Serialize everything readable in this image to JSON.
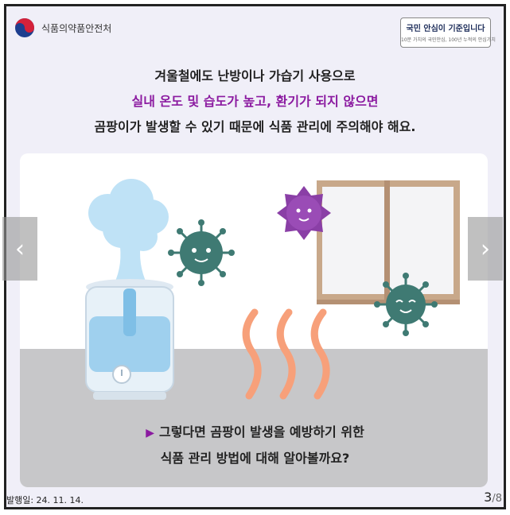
{
  "header": {
    "ministry_name": "식품의약품안전처",
    "slogan_main": "국민 안심이 기준입니다",
    "slogan_sub": "10분 가치의 국민안심, 100년 누적의 안심가치"
  },
  "headline": {
    "line1": "겨울철에도 난방이나 가습기 사용으로",
    "line2": "실내 온도 및 습도가 높고, 환기가 되지 않으면",
    "line3": "곰팡이가 발생할 수 있기 때문에 식품 관리에 주의해야 해요."
  },
  "bottom": {
    "triangle": "▶",
    "line1": "그렇다면 곰팡이 발생을 예방하기 위한",
    "line2": "식품 관리 방법에 대해 알아볼까요?"
  },
  "footer": {
    "publish_date": "발행일: 24. 11. 14.",
    "page_current": "3",
    "page_total": "/8"
  },
  "nav": {
    "prev_glyph": "‹",
    "next_glyph": "›"
  },
  "colors": {
    "accent_purple": "#8b1aa0",
    "mold_green": "#3f7a73",
    "mold_purple": "#8a3fa6",
    "heat_orange": "#f7a07a",
    "humidifier_blue": "#bfe2f6"
  }
}
